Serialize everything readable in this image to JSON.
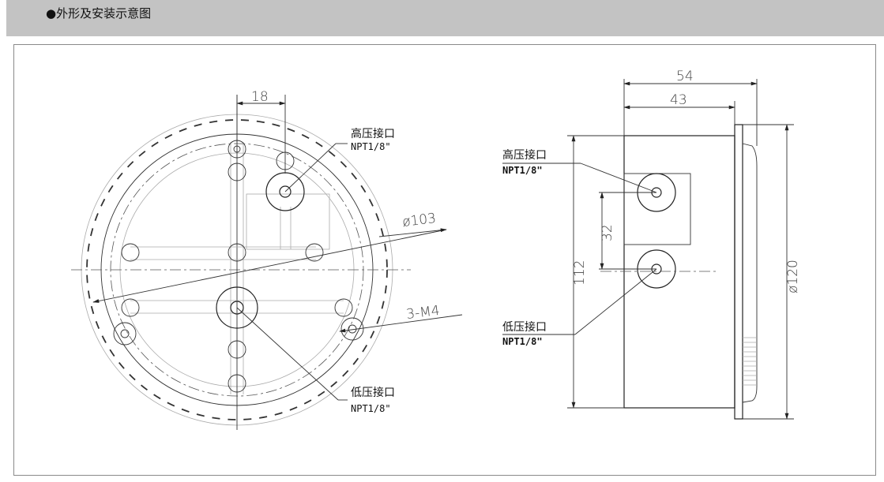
{
  "header": {
    "title": "●外形及安装示意图"
  },
  "front_view": {
    "dim_width": "18",
    "dim_diameter": "ø103",
    "dim_holes": "3-M4",
    "high_port": {
      "name": "高压接口",
      "thread": "NPT1/8\""
    },
    "low_port": {
      "name": "低压接口",
      "thread": "NPT1/8\""
    }
  },
  "side_view": {
    "dim_total": "54",
    "dim_body": "43",
    "dim_spacing": "32",
    "dim_height": "112",
    "dim_diameter": "ø120",
    "high_port": {
      "name": "高压接口",
      "thread": "NPT1/8\""
    },
    "low_port": {
      "name": "低压接口",
      "thread": "NPT1/8\""
    }
  }
}
